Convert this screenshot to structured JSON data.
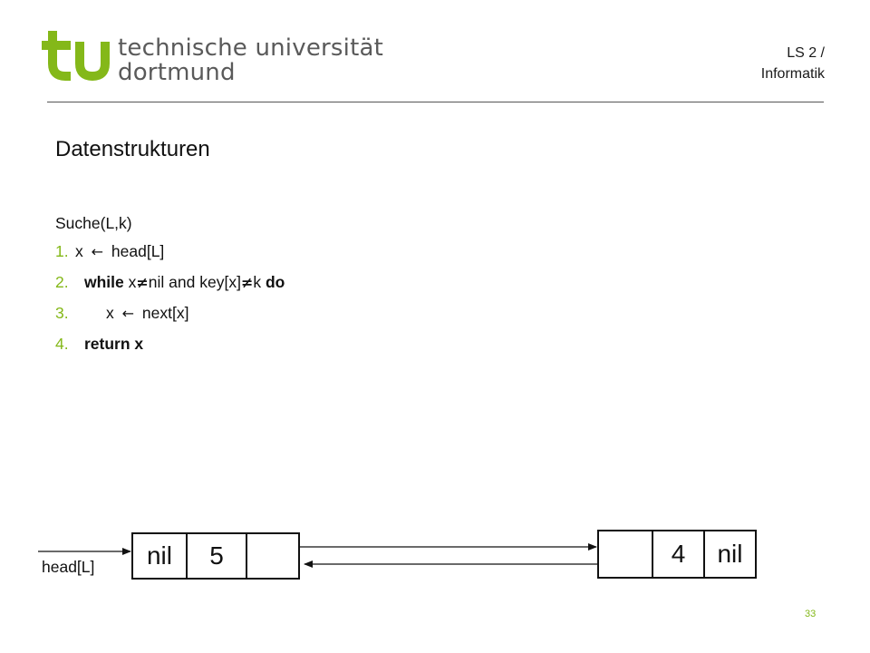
{
  "header": {
    "logo_line1": "technische universität",
    "logo_line2": "dortmund",
    "chair_line1": "LS 2 /",
    "chair_line2": "Informatik"
  },
  "title": "Datenstrukturen",
  "algorithm": {
    "name": "Suche(L,k)",
    "lines": [
      {
        "number": "1.",
        "parts": [
          "x",
          "←",
          "head[L]"
        ]
      },
      {
        "number": "2.",
        "keyword_start": "while",
        "cond_x": "x",
        "neq": "≠",
        "cond_mid": "nil and key[x]",
        "cond_k": "k",
        "keyword_end": "do"
      },
      {
        "number": "3.",
        "parts": [
          "x",
          "←",
          "next[x]"
        ]
      },
      {
        "number": "4.",
        "keyword": "return x"
      }
    ]
  },
  "diagram": {
    "head_label": "head[L]",
    "node1": {
      "prev": "nil",
      "key": "5",
      "next": ""
    },
    "node2": {
      "prev": "",
      "key": "4",
      "next": "nil"
    }
  },
  "colors": {
    "accent_green": "#84b819",
    "logo_gray": "#5a5a5a"
  },
  "page_number": "33"
}
